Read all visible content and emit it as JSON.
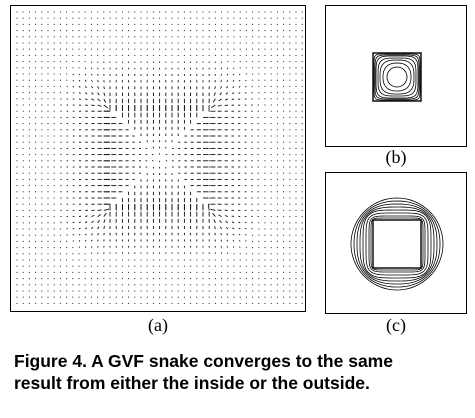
{
  "figure": {
    "panels": [
      {
        "id": "a",
        "label": "(a)",
        "content": "gvf-vector-field"
      },
      {
        "id": "b",
        "label": "(b)",
        "content": "snake-from-inside"
      },
      {
        "id": "c",
        "label": "(c)",
        "content": "snake-from-outside"
      }
    ],
    "caption_line1": "Figure 4. A GVF snake converges to the same",
    "caption_line2": "result from either the inside or the outside."
  }
}
